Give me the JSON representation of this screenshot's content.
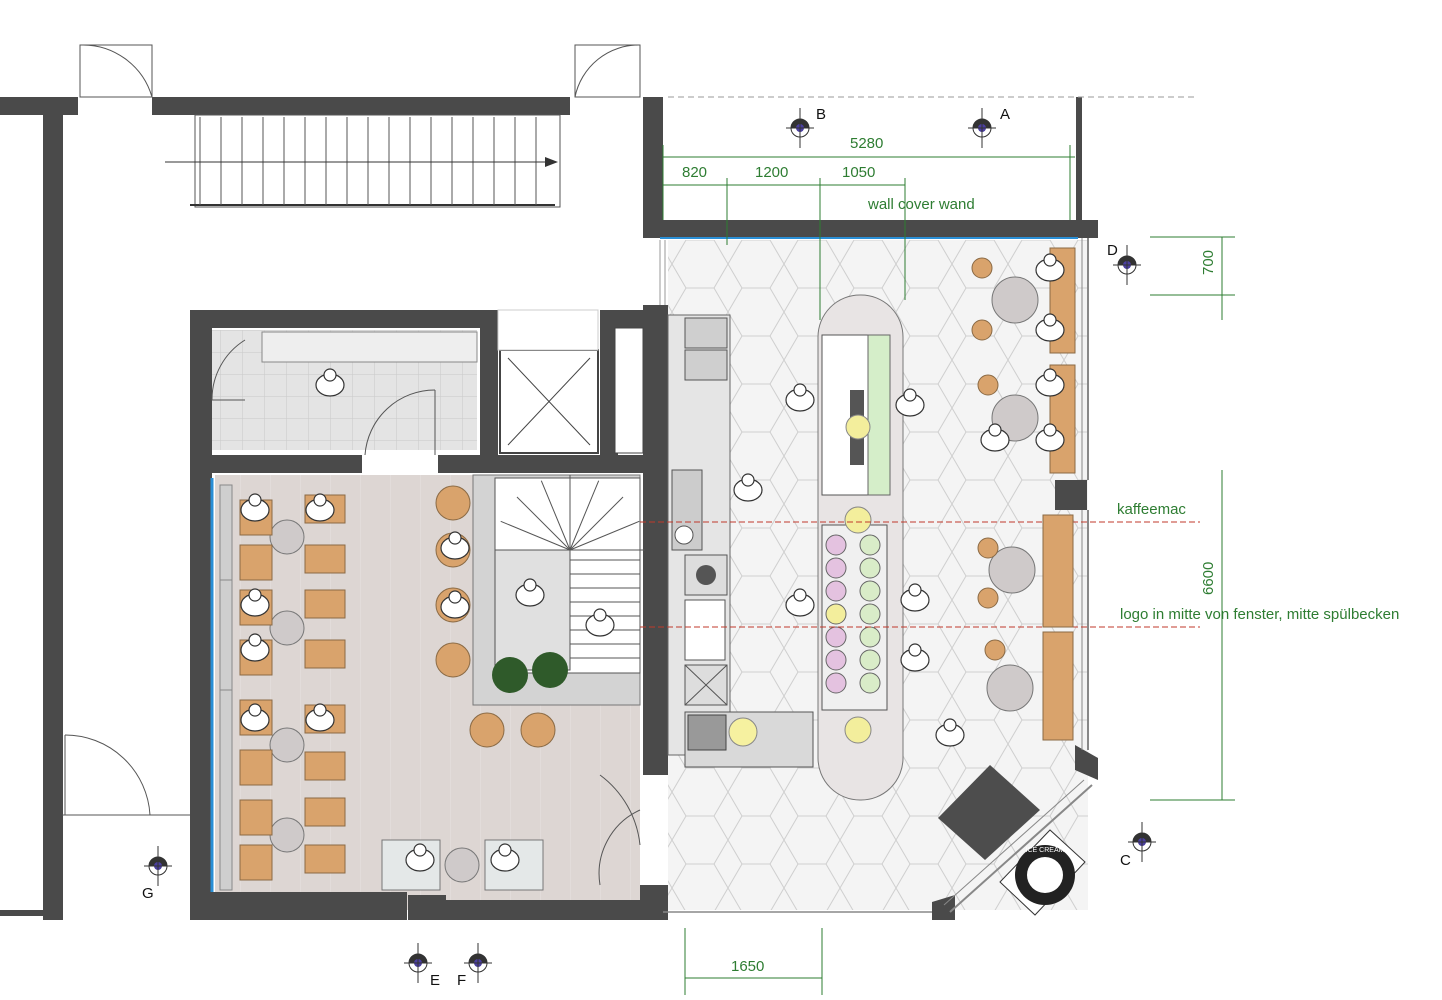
{
  "dimensions": {
    "total_width": "5280",
    "seg1": "820",
    "seg2": "1200",
    "seg3": "1050",
    "right_top": "700",
    "right_main": "6600",
    "bottom": "1650"
  },
  "section_markers": {
    "a": "A",
    "b": "B",
    "c": "C",
    "d": "D",
    "e": "E",
    "f": "F",
    "g": "G"
  },
  "notes": {
    "wall_cover": "wall cover wand",
    "coffee_machine": "kaffeemac",
    "logo": "logo in mitte von fenster, mitte spülbecken"
  },
  "colors": {
    "wall": "#4a4a4a",
    "dimension": "#2e7d32",
    "wood_floor": "#dcd6d3",
    "tile_floor": "#f3f3f3",
    "chair": "#d9a36c",
    "table": "#cfcaca",
    "window_edge": "#2a8fd6"
  },
  "logo": {
    "text": "ICE CREAM"
  }
}
